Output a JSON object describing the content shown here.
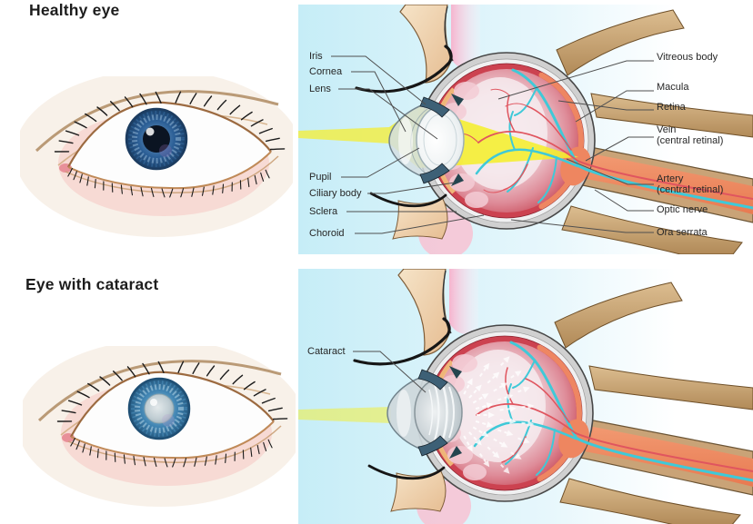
{
  "healthy": {
    "title": "Healthy eye",
    "labels_left": [
      "Iris",
      "Cornea",
      "Lens",
      "Pupil",
      "Ciliary body",
      "Sclera",
      "Choroid"
    ],
    "labels_right": [
      "Vitreous body",
      "Macula",
      "Retina",
      "Vein\n(central retinal)",
      "Artery\n(central retinal)",
      "Optic nerve",
      "Ora serrata"
    ]
  },
  "cataract": {
    "title": "Eye with cataract",
    "labels": [
      "Cataract"
    ]
  },
  "colors": {
    "panel_background": "#c6edf7",
    "light_beam_yellow": "#f2ee1e",
    "vein_cyan": "#3fc9d8",
    "artery_red": "#e0555f",
    "iris_blue": "#2c5f96",
    "sclera_gray": "#d0d0d0",
    "choroid_red": "#cc4250",
    "optic_nerve_salmon": "#ef8a64"
  }
}
